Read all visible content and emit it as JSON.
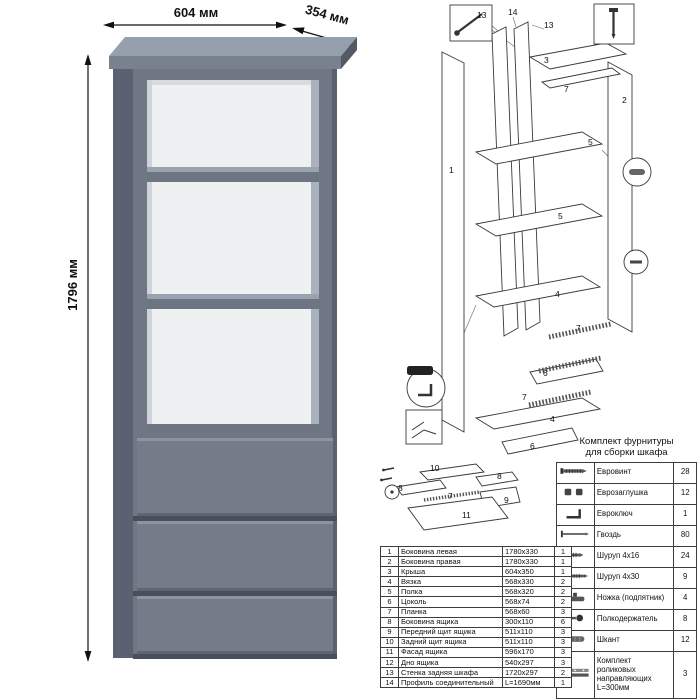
{
  "dimensions": {
    "width": "604 мм",
    "depth": "354 мм",
    "height": "1796 мм"
  },
  "colors": {
    "cabinet_top": "#96a0ad",
    "cabinet_top_edge": "#79818e",
    "cabinet_side": "#5a6170",
    "cabinet_front": "#6f7684",
    "cabinet_interior": "#eef0f2",
    "drawer_front": "#747c8a",
    "outline": "#3a3a3a"
  },
  "exploded": {
    "labels": {
      "n14": "14",
      "n13a": "13",
      "n13b": "13",
      "n3": "3",
      "n7a": "7",
      "n2": "2",
      "n5a": "5",
      "n1": "1",
      "n5b": "5",
      "n4a": "4",
      "n7b": "7",
      "n7c": "7",
      "n6a": "6",
      "n4b": "4",
      "n6b": "6"
    },
    "drawer_labels": {
      "n10": "10",
      "n8a": "8",
      "n8b": "8",
      "n7": "7",
      "n9": "9",
      "n11": "11"
    }
  },
  "parts_table": {
    "rows": [
      {
        "num": "1",
        "name": "Боковина левая",
        "size": "1780x330",
        "qty": "1"
      },
      {
        "num": "2",
        "name": "Боковина правая",
        "size": "1780x330",
        "qty": "1"
      },
      {
        "num": "3",
        "name": "Крыша",
        "size": "604x350",
        "qty": "1"
      },
      {
        "num": "4",
        "name": "Вязка",
        "size": "568x330",
        "qty": "2"
      },
      {
        "num": "5",
        "name": "Полка",
        "size": "568x320",
        "qty": "2"
      },
      {
        "num": "6",
        "name": "Цоколь",
        "size": "568x74",
        "qty": "2"
      },
      {
        "num": "7",
        "name": "Планка",
        "size": "568x60",
        "qty": "3"
      },
      {
        "num": "8",
        "name": "Боковина ящика",
        "size": "300x110",
        "qty": "6"
      },
      {
        "num": "9",
        "name": "Передний щит ящика",
        "size": "511x110",
        "qty": "3"
      },
      {
        "num": "10",
        "name": "Задний щит ящика",
        "size": "511x110",
        "qty": "3"
      },
      {
        "num": "11",
        "name": "Фасад ящика",
        "size": "596x170",
        "qty": "3"
      },
      {
        "num": "12",
        "name": "Дно ящика",
        "size": "540x297",
        "qty": "3"
      },
      {
        "num": "13",
        "name": "Стенка задняя шкафа",
        "size": "1720x297",
        "qty": "2"
      },
      {
        "num": "14",
        "name": "Профиль соединительный",
        "size": "L=1690мм",
        "qty": "1"
      }
    ]
  },
  "hardware": {
    "title_line1": "Комплект фурнитуры",
    "title_line2": "для сборки шкафа",
    "items": [
      {
        "icon": "confirmat-screw-icon",
        "name": "Евровинт",
        "qty": "28"
      },
      {
        "icon": "euro-cap-icon",
        "name": "Еврозаглушка",
        "qty": "12"
      },
      {
        "icon": "hex-key-icon",
        "name": "Евроключ",
        "qty": "1"
      },
      {
        "icon": "nail-icon",
        "name": "Гвоздь",
        "qty": "80"
      },
      {
        "icon": "screw-4x16-icon",
        "name": "Шуруп 4x16",
        "qty": "24"
      },
      {
        "icon": "screw-4x30-icon",
        "name": "Шуруп 4x30",
        "qty": "9"
      },
      {
        "icon": "foot-icon",
        "name": "Ножка (подпятник)",
        "qty": "4"
      },
      {
        "icon": "shelf-pin-icon",
        "name": "Полкодержатель",
        "qty": "8"
      },
      {
        "icon": "dowel-icon",
        "name": "Шкант",
        "qty": "12"
      },
      {
        "icon": "roller-rails-icon",
        "name": "Комплект роликовых направляющих L=300мм",
        "qty": "3"
      }
    ]
  }
}
